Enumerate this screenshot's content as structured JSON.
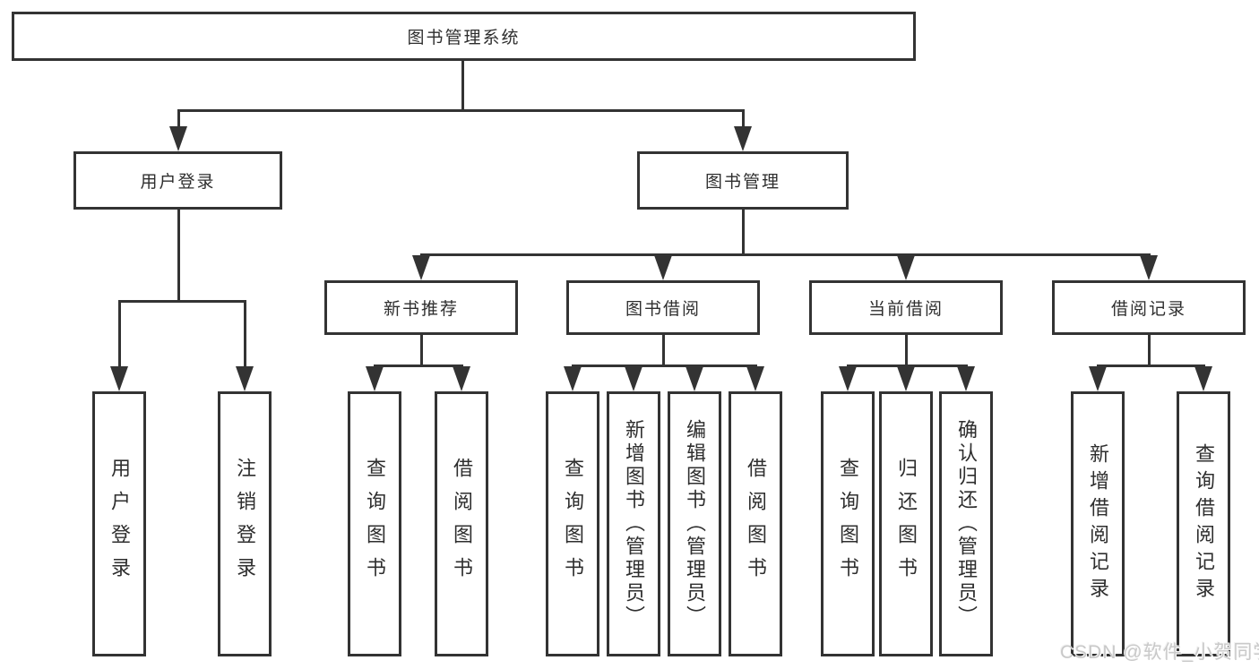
{
  "colors": {
    "background": "#ffffff",
    "line": "#333333",
    "box_border": "#333333",
    "text": "#2e2e2e",
    "watermark": "#c9c9c9"
  },
  "watermark": {
    "text": "CSDN @软件_小贺同学"
  },
  "tree": {
    "root": {
      "label": "图书管理系统",
      "children": [
        {
          "label": "用户登录",
          "children": [
            {
              "label": "用户登录"
            },
            {
              "label": "注销登录"
            }
          ]
        },
        {
          "label": "图书管理",
          "children": [
            {
              "label": "新书推荐",
              "children": [
                {
                  "label": "查询图书"
                },
                {
                  "label": "借阅图书"
                }
              ]
            },
            {
              "label": "图书借阅",
              "children": [
                {
                  "label": "查询图书"
                },
                {
                  "label": "新增图书（管理员）"
                },
                {
                  "label": "编辑图书（管理员）"
                },
                {
                  "label": "借阅图书"
                }
              ]
            },
            {
              "label": "当前借阅",
              "children": [
                {
                  "label": "查询图书"
                },
                {
                  "label": "归还图书"
                },
                {
                  "label": "确认归还（管理员）"
                }
              ]
            },
            {
              "label": "借阅记录",
              "children": [
                {
                  "label": "新增借阅记录"
                },
                {
                  "label": "查询借阅记录"
                }
              ]
            }
          ]
        }
      ]
    }
  }
}
